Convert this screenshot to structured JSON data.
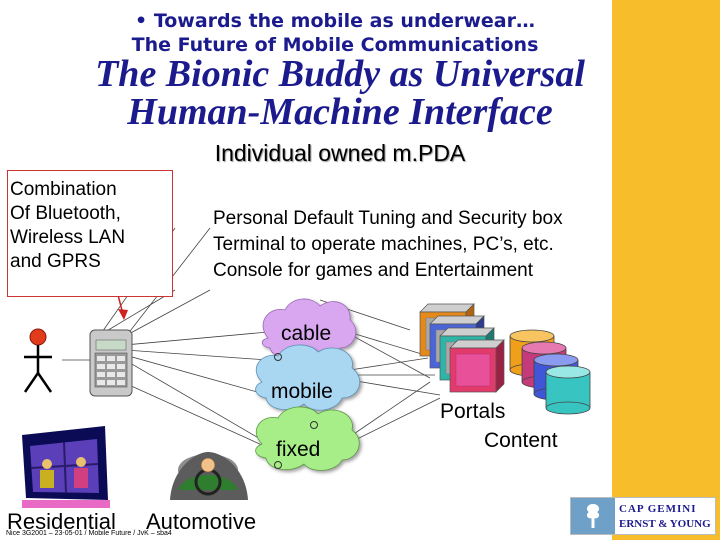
{
  "slide": {
    "bullet": "•",
    "title_line1": "Towards the mobile as underwear…",
    "title_line2": "The Future of Mobile Communications",
    "headline_line1": "The Bionic Buddy as Universal",
    "headline_line2": "Human-Machine Interface",
    "subheading": "Individual owned m.PDA"
  },
  "combination": {
    "lines": [
      "Combination",
      "Of Bluetooth,",
      "Wireless LAN",
      "and GPRS"
    ]
  },
  "features": {
    "lines": [
      "Personal Default Tuning and Security box",
      "Terminal to operate machines, PC’s, etc.",
      "Console for games and Entertainment"
    ]
  },
  "networks": {
    "cable": "cable",
    "mobile": "mobile",
    "fixed": "fixed"
  },
  "portals": {
    "line1": "Portals",
    "line2": "Content"
  },
  "bottom_labels": {
    "residential": "Residential",
    "automotive": "Automotive"
  },
  "footer": {
    "note": "Nice 3G2001 – 23-05-01 / Mobile Future / JvK – sba4"
  },
  "logo": {
    "line1": "CAP GEMINI",
    "line2": "ERNST & YOUNG"
  },
  "colors": {
    "title": "#1b1b8e",
    "accent_stripe": "#f7bd2b",
    "cable_cloud": "#d9a6f0",
    "mobile_cloud": "#a9d7f2",
    "fixed_cloud": "#a8ee88",
    "callout_border": "#cc3333"
  },
  "icons": [
    "person-icon",
    "mobile-pda-icon",
    "house-window-icon",
    "car-driver-icon",
    "server-cube-icon",
    "database-cylinder-icon",
    "logo-shield-icon"
  ]
}
